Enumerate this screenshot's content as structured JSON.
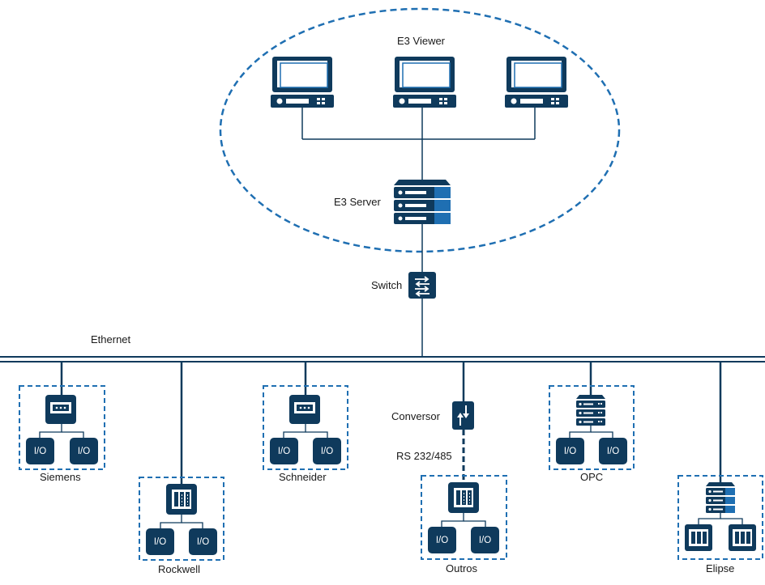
{
  "colors": {
    "dark_navy": "#0f3a5c",
    "accent_blue": "#1f6fb2",
    "dashed_blue": "#1f6fb2",
    "line": "#0f3a5c"
  },
  "labels": {
    "viewer": "E3 Viewer",
    "server": "E3 Server",
    "switch": "Switch",
    "ethernet": "Ethernet",
    "conversor": "Conversor",
    "rs": "RS 232/485"
  },
  "io_label": "I/O",
  "nodes": {
    "siemens": {
      "label": "Siemens",
      "device": "plc-icon"
    },
    "rockwell": {
      "label": "Rockwell",
      "device": "rack-icon"
    },
    "schneider": {
      "label": "Schneider",
      "device": "plc-icon"
    },
    "outros": {
      "label": "Outros",
      "device": "rack-icon"
    },
    "opc": {
      "label": "OPC",
      "device": "server-icon"
    },
    "elipse": {
      "label": "Elipse",
      "device": "server-icon"
    }
  }
}
